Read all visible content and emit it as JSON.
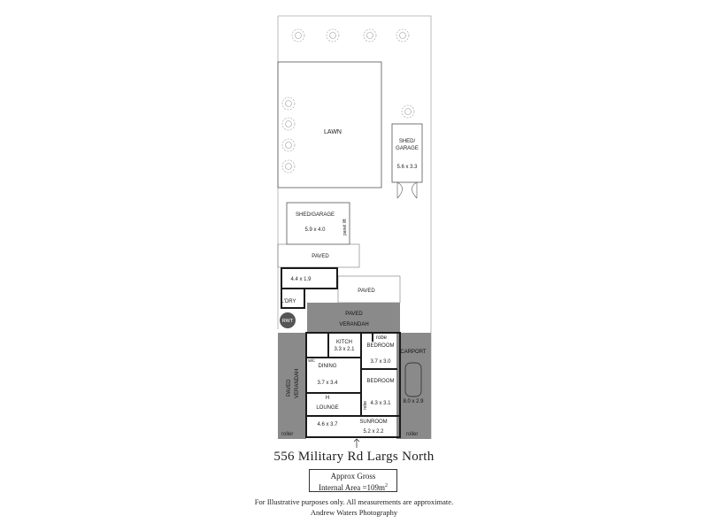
{
  "rooms": {
    "lawn": "LAWN",
    "shed_garage_rear_name": "SHED/",
    "shed_garage_rear_name2": "GARAGE",
    "shed_garage_rear_dims": "5.6 x 3.3",
    "shed_garage_name": "SHED/GARAGE",
    "shed_garage_dims": "5.9 x 4.0",
    "panel_lift": "panel lift",
    "paved_upper": "PAVED",
    "store_dims": "4.4 x 1.9",
    "paved_right": "PAVED",
    "laundry": "L'DRY",
    "rwt": "RWT",
    "paved_verandah_top_1": "PAVED",
    "paved_verandah_top_2": "VERANDAH",
    "kitchen": "KITCH",
    "kitchen_dims": "3.3 x 2.1",
    "robe_top": "robe",
    "bedroom1": "BEDROOM",
    "bedroom1_dims": "3.7 x 3.0",
    "wc": "w/c",
    "dining": "DINING",
    "dining_dims": "3.7 x 3.4",
    "bedroom2": "BEDROOM",
    "bedroom2_dims": "4.3 x 3.1",
    "hall": "H",
    "lounge": "LOUNGE",
    "lounge_dims": "4.6 x 3.7",
    "robe_side": "robe",
    "sunroom": "SUNROOM",
    "sunroom_dims": "5.2 x 2.2",
    "carport": "CARPORT",
    "carport_dims": "8.0 x 2.9",
    "paved_verandah_side_1": "PAVED",
    "paved_verandah_side_2": "VERANDAH",
    "roller_left": "roller",
    "roller_right": "roller"
  },
  "address": "556 Military Rd Largs North",
  "area": {
    "line1": "Approx Gross",
    "line2": "Internal Area =109m",
    "unit_sup": "2"
  },
  "disclaimer": {
    "line1": "For Illustrative purposes only.  All measurements are approximate.",
    "line2": "Andrew Waters Photography"
  },
  "colors": {
    "verandah_grey": "#8a8a8a",
    "wall": "#1a1a1a",
    "outline": "#9a9a9a",
    "rwt_fill": "#555555"
  }
}
